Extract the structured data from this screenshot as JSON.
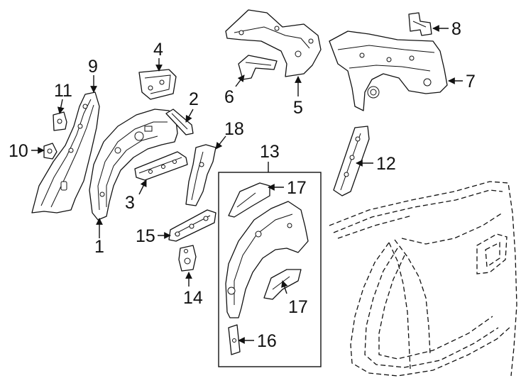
{
  "diagram": {
    "colors": {
      "line": "#111111",
      "background": "#ffffff"
    },
    "parts": [
      {
        "id": "1",
        "label": "1"
      },
      {
        "id": "2",
        "label": "2"
      },
      {
        "id": "3",
        "label": "3"
      },
      {
        "id": "4",
        "label": "4"
      },
      {
        "id": "5",
        "label": "5"
      },
      {
        "id": "6",
        "label": "6"
      },
      {
        "id": "7",
        "label": "7"
      },
      {
        "id": "8",
        "label": "8"
      },
      {
        "id": "9",
        "label": "9"
      },
      {
        "id": "10",
        "label": "10"
      },
      {
        "id": "11",
        "label": "11"
      },
      {
        "id": "12",
        "label": "12"
      },
      {
        "id": "13",
        "label": "13"
      },
      {
        "id": "14",
        "label": "14"
      },
      {
        "id": "15",
        "label": "15"
      },
      {
        "id": "16",
        "label": "16"
      },
      {
        "id": "17a",
        "label": "17"
      },
      {
        "id": "17b",
        "label": "17"
      },
      {
        "id": "18",
        "label": "18"
      }
    ]
  }
}
